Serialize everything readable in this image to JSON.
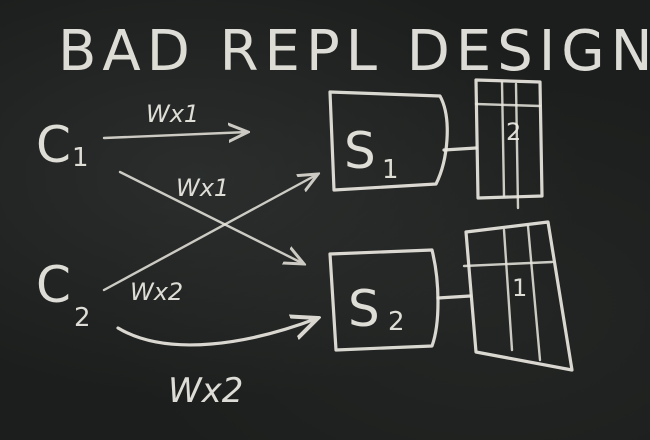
{
  "title": "BAD REPL DESIGN",
  "clients": [
    {
      "id": "C1",
      "letter": "C",
      "sub": "1"
    },
    {
      "id": "C2",
      "letter": "C",
      "sub": "2"
    }
  ],
  "servers": [
    {
      "id": "S1",
      "letter": "S",
      "sub": "1"
    },
    {
      "id": "S2",
      "letter": "S",
      "sub": "2"
    }
  ],
  "edges": [
    {
      "label": "Wx1"
    },
    {
      "label": "Wx1"
    },
    {
      "label": "Wx2"
    },
    {
      "label": "Wx2"
    }
  ],
  "storage": [
    {
      "value": "2"
    },
    {
      "value": "1"
    }
  ]
}
